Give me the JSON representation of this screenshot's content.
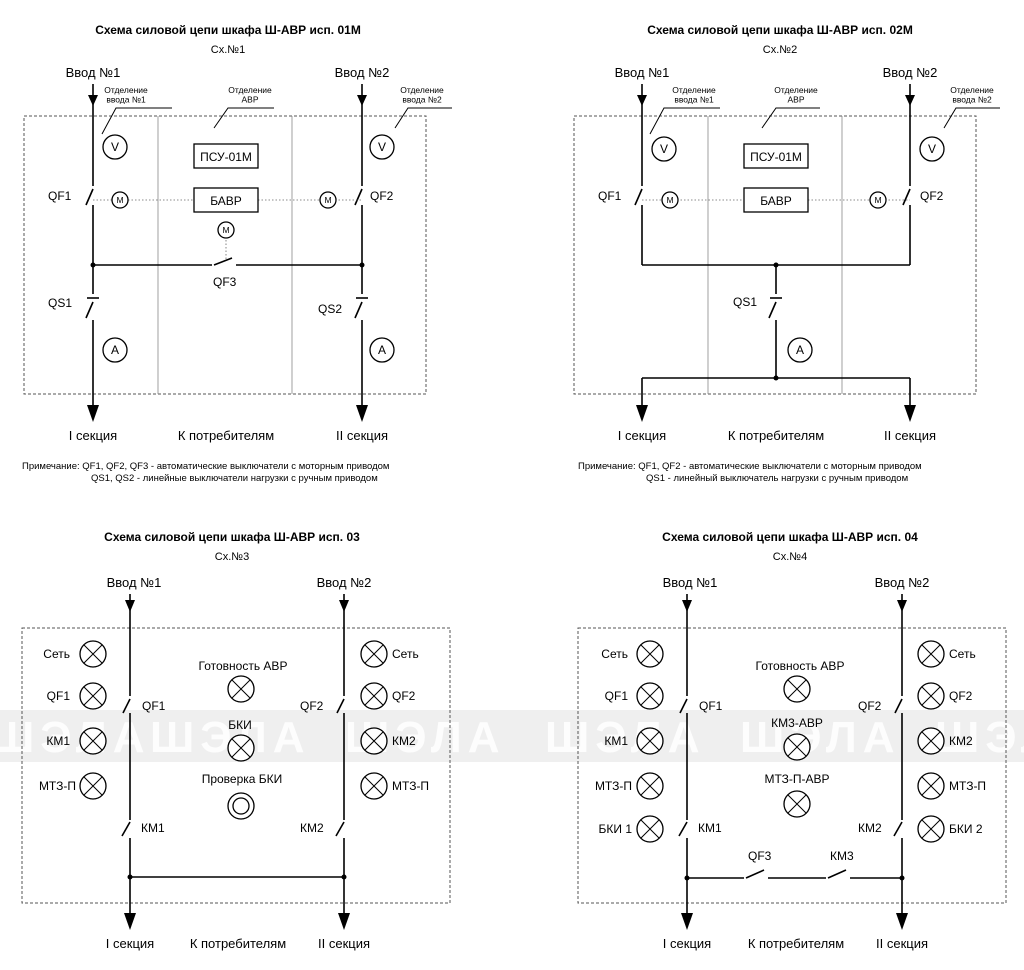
{
  "diagrams": [
    {
      "title": "Схема силовой цепи шкафа Ш-АВР исп. 01М",
      "subtitle": "Сх.№1",
      "inputs": [
        "Ввод №1",
        "Ввод №2"
      ],
      "compartments": [
        "Отделение\nввода №1",
        "Отделение\nАВР",
        "Отделение\nввода №2"
      ],
      "devices": [
        "ПСУ-01М",
        "БАВР"
      ],
      "switches": [
        "QF1",
        "QF2",
        "QF3",
        "QS1",
        "QS2"
      ],
      "meters": [
        "V",
        "M",
        "A"
      ],
      "outputs": [
        "I секция",
        "К потребителям",
        "II секция"
      ],
      "note": [
        "Примечание: QF1, QF2, QF3 - автоматические выключатели с моторным приводом",
        "QS1, QS2 - линейные выключатели нагрузки с ручным приводом"
      ]
    },
    {
      "title": "Схема силовой цепи шкафа Ш-АВР исп. 02М",
      "subtitle": "Сх.№2",
      "inputs": [
        "Ввод №1",
        "Ввод №2"
      ],
      "compartments": [
        "Отделение\nввода №1",
        "Отделение\nАВР",
        "Отделение\nввода №2"
      ],
      "devices": [
        "ПСУ-01М",
        "БАВР"
      ],
      "switches": [
        "QF1",
        "QF2",
        "QS1"
      ],
      "meters": [
        "V",
        "M",
        "A"
      ],
      "outputs": [
        "I секция",
        "К потребителям",
        "II секция"
      ],
      "note": [
        "Примечание: QF1, QF2 - автоматические выключатели с моторным приводом",
        "QS1 - линейный выключатель нагрузки с ручным приводом"
      ]
    },
    {
      "title": "Схема силовой цепи шкафа Ш-АВР исп. 03",
      "subtitle": "Сх.№3",
      "inputs": [
        "Ввод №1",
        "Ввод №2"
      ],
      "lamps_left": [
        "Сеть",
        "QF1",
        "КМ1",
        "МТЗ-П"
      ],
      "lamps_right": [
        "Сеть",
        "QF2",
        "КМ2",
        "МТЗ-П"
      ],
      "lamps_center": [
        "Готовность АВР",
        "БКИ",
        "Проверка БКИ"
      ],
      "switches": [
        "QF1",
        "QF2",
        "КМ1",
        "КМ2"
      ],
      "outputs": [
        "I секция",
        "К потребителям",
        "II секция"
      ]
    },
    {
      "title": "Схема силовой цепи шкафа Ш-АВР исп. 04",
      "subtitle": "Сх.№4",
      "inputs": [
        "Ввод №1",
        "Ввод №2"
      ],
      "lamps_left": [
        "Сеть",
        "QF1",
        "КМ1",
        "МТЗ-П",
        "БКИ 1"
      ],
      "lamps_right": [
        "Сеть",
        "QF2",
        "КМ2",
        "МТЗ-П",
        "БКИ 2"
      ],
      "lamps_center": [
        "Готовность АВР",
        "КМ3-АВР",
        "МТЗ-П-АВР"
      ],
      "switches": [
        "QF1",
        "QF2",
        "КМ1",
        "КМ2",
        "QF3",
        "КМ3"
      ],
      "outputs": [
        "I секция",
        "К потребителям",
        "II секция"
      ]
    }
  ],
  "watermark": "ШЭЛА"
}
